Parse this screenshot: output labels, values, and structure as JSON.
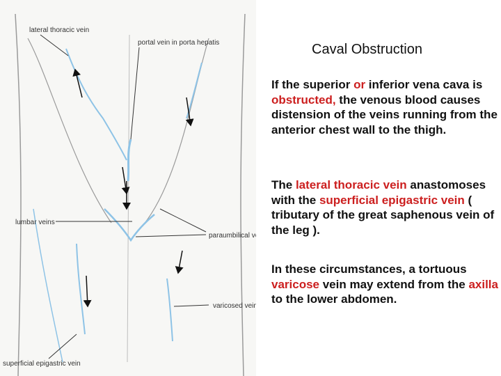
{
  "slide": {
    "title": "Caval Obstruction",
    "accent_color": "#cc1f1f"
  },
  "figure": {
    "labels": {
      "lateral_thoracic_vein": "lateral thoracic vein",
      "portal_vein": "portal vein in porta hepatis",
      "lumbar_veins": "lumbar veins",
      "paraumbilical_vein": "paraumbilical vein",
      "varicosed_vein": "varicosed vein",
      "superficial_epigastric_vein": "superficial epigastric vein"
    },
    "vein_color": "#8ec3e6",
    "arrow_color": "#111111"
  },
  "paragraphs": [
    {
      "segments": [
        {
          "text": "If the superior ",
          "highlight": false
        },
        {
          "text": "or",
          "highlight": true
        },
        {
          "text": " inferior vena cava is ",
          "highlight": false
        },
        {
          "text": "obstructed,",
          "highlight": true
        },
        {
          "text": " the venous blood causes distension of the veins running from the anterior chest wall to the thigh.",
          "highlight": false
        }
      ]
    },
    {
      "segments": [
        {
          "text": "The ",
          "highlight": false
        },
        {
          "text": "lateral thoracic vein",
          "highlight": true
        },
        {
          "text": " anastomoses with the ",
          "highlight": false
        },
        {
          "text": "superficial epigastric vein",
          "highlight": true
        },
        {
          "text": " ( tributary of the great saphenous vein of the leg ).",
          "highlight": false
        }
      ]
    },
    {
      "segments": [
        {
          "text": "In these circumstances, a tortuous ",
          "highlight": false
        },
        {
          "text": "varicose",
          "highlight": true
        },
        {
          "text": " vein may extend from the ",
          "highlight": false
        },
        {
          "text": "axilla",
          "highlight": true
        },
        {
          "text": " to the lower abdomen.",
          "highlight": false
        }
      ]
    }
  ]
}
